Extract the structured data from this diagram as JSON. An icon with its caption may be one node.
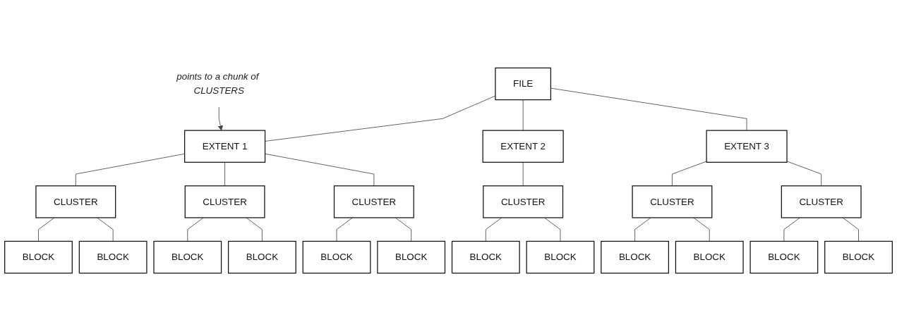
{
  "diagram": {
    "nodes": [
      {
        "text": [
          "points to a chunk of CLUSTERS"
        ]
      },
      {
        "text": [
          "FILE"
        ]
      },
      {
        "text": [
          "EXTENT 1"
        ]
      },
      {
        "text": [
          "EXTENT 2"
        ]
      },
      {
        "text": [
          "EXTENT 3"
        ]
      },
      {
        "text": [
          "CLUSTER"
        ]
      },
      {
        "text": [
          "CLUSTER"
        ]
      },
      {
        "text": [
          "CLUSTER"
        ]
      },
      {
        "text": [
          "CLUSTER"
        ]
      },
      {
        "text": [
          "CLUSTER"
        ]
      },
      {
        "text": [
          "CLUSTER"
        ]
      },
      {
        "text": [
          "BLOCK"
        ]
      },
      {
        "text": [
          "BLOCK"
        ]
      },
      {
        "text": [
          "BLOCK"
        ]
      },
      {
        "text": [
          "BLOCK"
        ]
      },
      {
        "text": [
          "BLOCK"
        ]
      },
      {
        "text": [
          "BLOCK"
        ]
      },
      {
        "text": [
          "BLOCK"
        ]
      },
      {
        "text": [
          "BLOCK"
        ]
      },
      {
        "text": [
          "BLOCK"
        ]
      },
      {
        "text": [
          "BLOCK"
        ]
      },
      {
        "text": [
          "BLOCK"
        ]
      },
      {
        "text": [
          "BLOCK"
        ]
      }
    ],
    "edges": [
      {
        "from": 0,
        "to": 2,
        "arrow": "to"
      },
      {
        "from": 1,
        "to": 2,
        "arrow": "none"
      },
      {
        "from": 1,
        "to": 3,
        "arrow": "none"
      },
      {
        "from": 1,
        "to": 4,
        "arrow": "none"
      },
      {
        "from": 2,
        "to": 5,
        "arrow": "none"
      },
      {
        "from": 2,
        "to": 6,
        "arrow": "none"
      },
      {
        "from": 2,
        "to": 7,
        "arrow": "none"
      },
      {
        "from": 3,
        "to": 8,
        "arrow": "none"
      },
      {
        "from": 4,
        "to": 9,
        "arrow": "none"
      },
      {
        "from": 4,
        "to": 10,
        "arrow": "none"
      },
      {
        "from": 5,
        "to": 11,
        "arrow": "none"
      },
      {
        "from": 5,
        "to": 12,
        "arrow": "none"
      },
      {
        "from": 6,
        "to": 13,
        "arrow": "none"
      },
      {
        "from": 6,
        "to": 14,
        "arrow": "none"
      },
      {
        "from": 7,
        "to": 15,
        "arrow": "none"
      },
      {
        "from": 7,
        "to": 16,
        "arrow": "none"
      },
      {
        "from": 8,
        "to": 17,
        "arrow": "none"
      },
      {
        "from": 8,
        "to": 18,
        "arrow": "none"
      },
      {
        "from": 9,
        "to": 19,
        "arrow": "none"
      },
      {
        "from": 9,
        "to": 20,
        "arrow": "none"
      },
      {
        "from": 10,
        "to": 21,
        "arrow": "none"
      },
      {
        "from": 10,
        "to": 22,
        "arrow": "none"
      }
    ]
  }
}
